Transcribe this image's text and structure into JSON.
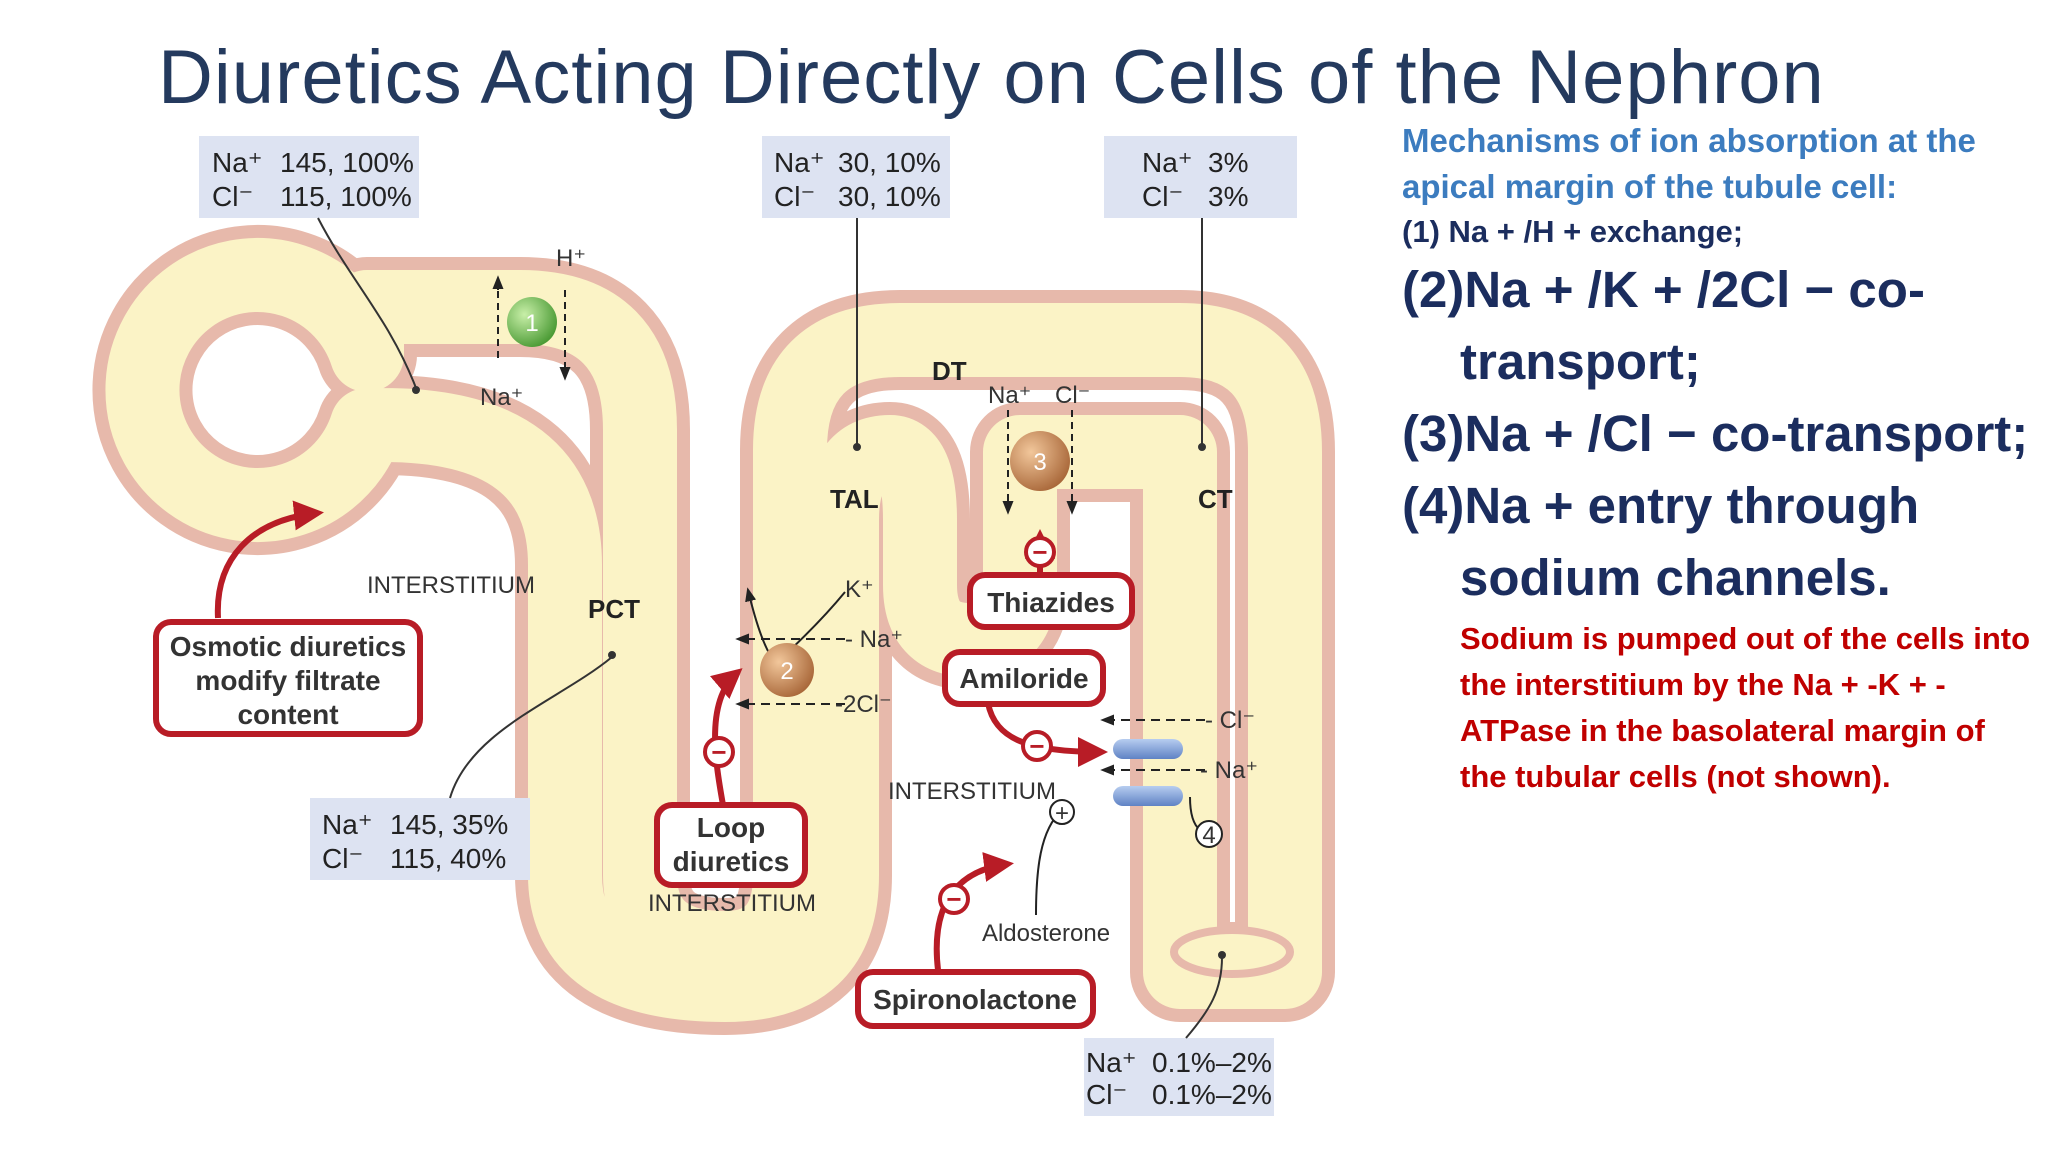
{
  "title": "Diuretics Acting Directly on Cells of the Nephron",
  "diagram": {
    "ion_boxes": {
      "glomerulus": {
        "na_label": "Na⁺",
        "na_value": "145, 100%",
        "cl_label": "Cl⁻",
        "cl_value": "115, 100%"
      },
      "pct": {
        "na_label": "Na⁺",
        "na_value": "145, 35%",
        "cl_label": "Cl⁻",
        "cl_value": "115, 40%"
      },
      "tal": {
        "na_label": "Na⁺",
        "na_value": "30, 10%",
        "cl_label": "Cl⁻",
        "cl_value": "30, 10%"
      },
      "dt": {
        "na_label": "Na⁺",
        "na_value": "3%",
        "cl_label": "Cl⁻",
        "cl_value": "3%"
      },
      "ct": {
        "na_label": "Na⁺",
        "na_value": "0.1%–2%",
        "cl_label": "Cl⁻",
        "cl_value": "0.1%–2%"
      }
    },
    "segments": {
      "pct": "PCT",
      "tal": "TAL",
      "dt": "DT",
      "ct": "CT"
    },
    "interstitium": "INTERSTITIUM",
    "ions": {
      "h": "H⁺",
      "na": "Na⁺",
      "na_dash": "- Na⁺",
      "k": "K⁺",
      "cl": "Cl⁻",
      "cl_dash": "- Cl⁻",
      "two_cl": "-2Cl⁻"
    },
    "transporters": [
      "1",
      "2",
      "3",
      "4"
    ],
    "drugs": {
      "osmotic": [
        "Osmotic diuretics",
        "modify filtrate",
        "content"
      ],
      "loop": [
        "Loop",
        "diuretics"
      ],
      "thiazides": "Thiazides",
      "amiloride": "Amiloride",
      "spironolactone": "Spironolactone"
    },
    "aldosterone": "Aldosterone",
    "symbols": {
      "minus": "−",
      "plus": "+"
    },
    "colors": {
      "tubule_fill": "#fbf3c6",
      "tubule_wall": "#e7b9ab",
      "drug_border": "#b81c26",
      "transporter_1": "#6bb84a",
      "transporter_2_3": "#c9885a",
      "channel": "#7d9fd8",
      "ion_box": "#dde3f2"
    }
  },
  "side_panel": {
    "heading": "Mechanisms of ion absorption at the apical margin of the tubule cell:",
    "item1": "(1)  Na + /H + exchange;",
    "item2": "(2)Na + /K + /2Cl − co-transport;",
    "item3": "(3)Na + /Cl − co-transport;",
    "item4": "(4)Na + entry through sodium channels.",
    "note": "Sodium is pumped out of the cells into the interstitium by the Na + -K + -ATPase in the basolateral margin of the tubular cells (not shown)."
  }
}
